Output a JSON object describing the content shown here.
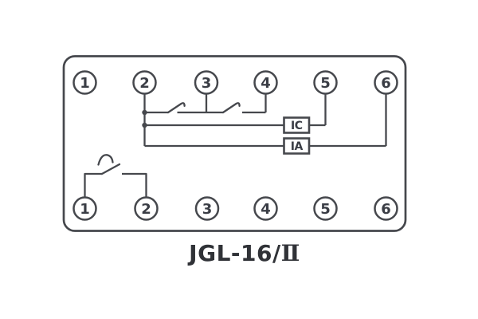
{
  "title": {
    "model": "JGL-16/",
    "variant": "Ⅱ"
  },
  "diagram": {
    "top_terminals": [
      "1",
      "2",
      "3",
      "4",
      "5",
      "6"
    ],
    "bottom_terminals": [
      "1",
      "2",
      "3",
      "4",
      "5",
      "6"
    ],
    "boxes": [
      {
        "label": "IC"
      },
      {
        "label": "IA"
      }
    ]
  },
  "colors": {
    "line-color": "#46484d",
    "text-color": "#3a3d45",
    "title-color": "#303237",
    "background": "#ffffff"
  }
}
